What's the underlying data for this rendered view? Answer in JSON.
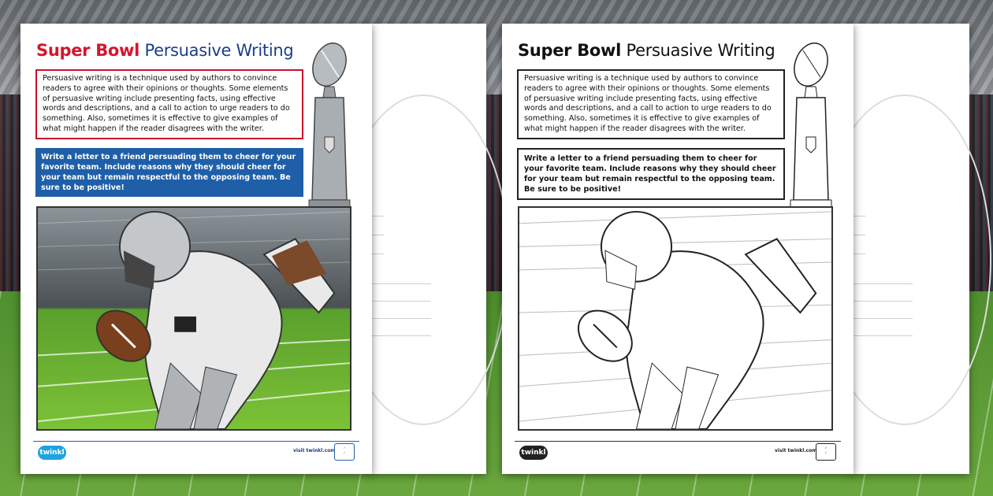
{
  "worksheet": {
    "title_bold": "Super Bowl",
    "title_regular": "Persuasive Writing",
    "intro_text": "Persuasive writing is a technique used by authors to convince readers to agree with their opinions or thoughts. Some elements of persuasive writing include presenting facts, using effective words and descriptions, and a call to action to urge readers to do something. Also, sometimes it is effective to give examples of what might happen if the reader disagrees with the writer.",
    "task_text": "Write a letter to a friend persuading them to cheer for your favorite team. Include reasons why they should cheer for your team but remain respectful to the opposing team. Be sure to be positive!",
    "logo_text": "twinkl",
    "visit_text": "visit twinkl.com"
  },
  "variants": {
    "color": {
      "accent_red": "#d3162c",
      "accent_blue": "#1b3f8a",
      "task_bg": "#1f5fa8"
    },
    "black_and_white": {
      "ink": "#111111"
    }
  }
}
